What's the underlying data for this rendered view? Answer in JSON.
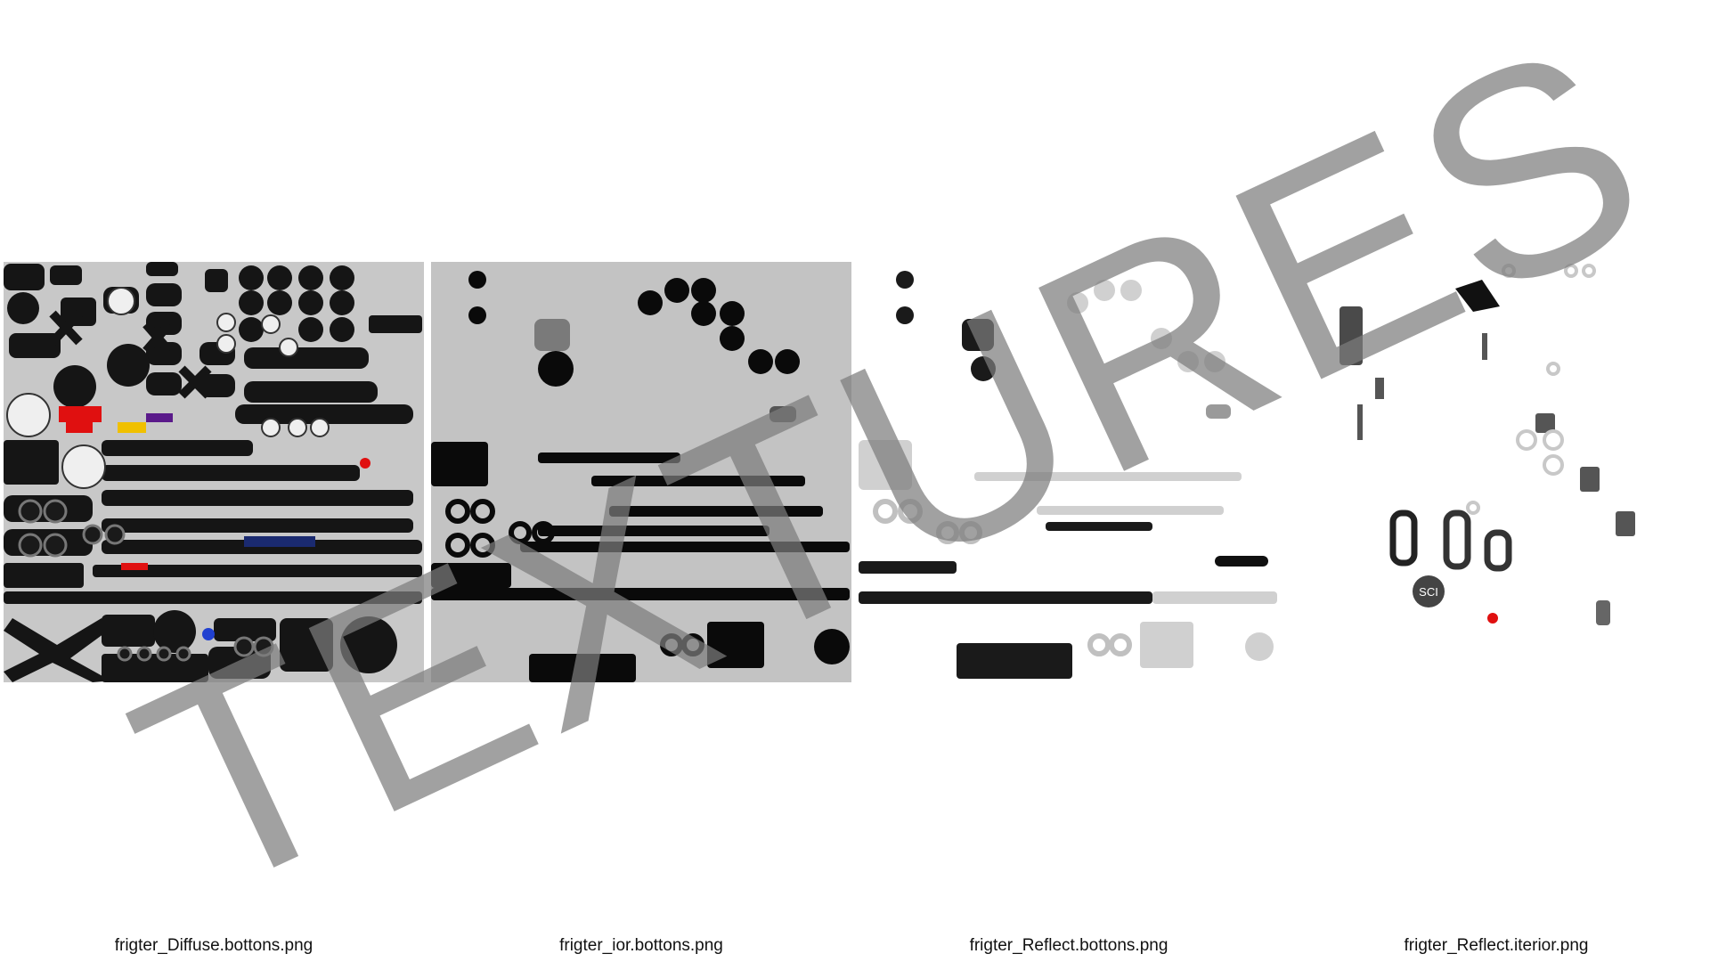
{
  "watermark": {
    "text": "TEXTURES",
    "color": "#7d7d7d"
  },
  "textures": [
    {
      "filename": "frigter_Diffuse.bottons.png",
      "background": "#c8c8c8"
    },
    {
      "filename": "frigter_ior.bottons.png",
      "background": "#c3c3c3"
    },
    {
      "filename": "frigter_Reflect.bottons.png",
      "background": "#ffffff"
    },
    {
      "filename": "frigter_Reflect.iterior.png",
      "background": "#ffffff"
    }
  ],
  "decal_text": {
    "logo": "SCI"
  },
  "accent_colors": {
    "red": "#e01010",
    "blue": "#2040d0",
    "purple": "#5a1a8a",
    "yellow": "#f0c000"
  }
}
